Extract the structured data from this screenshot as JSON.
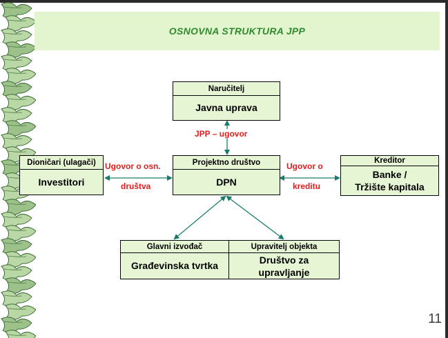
{
  "title": "OSNOVNA STRUKTURA JPP",
  "page_number": "11",
  "colors": {
    "box_fill": "#e6f5d4",
    "title_fill": "#e3f5cf",
    "title_text": "#2e8b2e",
    "label_red": "#e41b1b",
    "arrow": "#1a7a6a"
  },
  "boxes": {
    "narucitelj": {
      "header": "Naručitelj",
      "body": "Javna uprava"
    },
    "projektno": {
      "header": "Projektno društvo",
      "body": "DPN"
    },
    "dionicari": {
      "header": "Dioničari (ulagači)",
      "body": "Investitori"
    },
    "kreditor": {
      "header": "Kreditor",
      "body_line1": "Banke /",
      "body_line2": "Tržište kapitala"
    },
    "izvodac": {
      "header": "Glavni izvođač",
      "body": "Građevinska tvrtka"
    },
    "upravitelj": {
      "header": "Upravitelj objekta",
      "body_line1": "Društvo za",
      "body_line2": "upravljanje"
    }
  },
  "relations": {
    "jpp_ugovor": "JPP – ugovor",
    "ugovor_osn_1": "Ugovor o osn.",
    "ugovor_osn_2": "društva",
    "ugovor_kredit_1": "Ugovor o",
    "ugovor_kredit_2": "kreditu"
  }
}
